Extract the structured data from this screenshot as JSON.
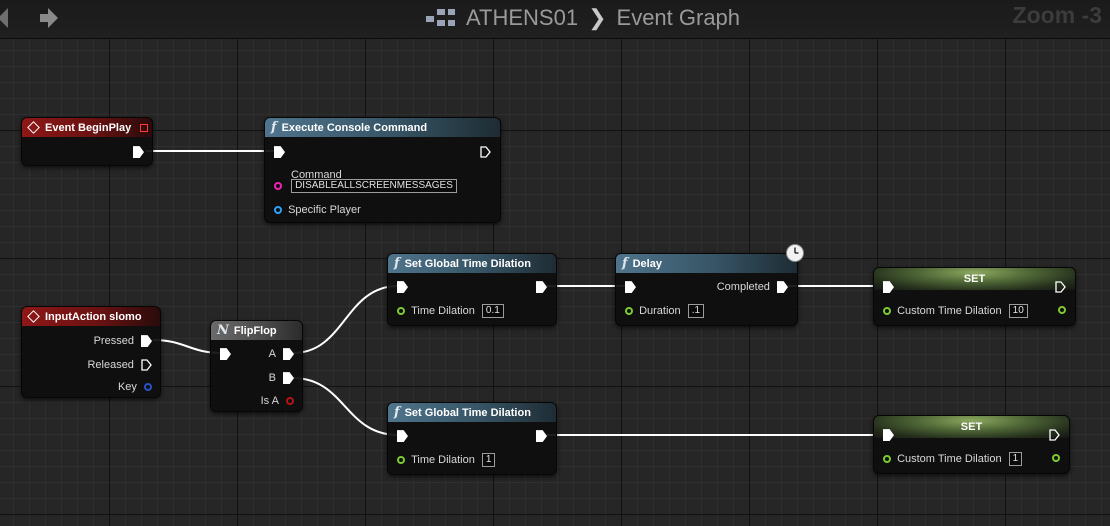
{
  "topbar": {
    "graph_icon": "blueprint-graph-icon",
    "breadcrumb_parent": "ATHENS01",
    "breadcrumb_current": "Event Graph",
    "zoom": "Zoom -3"
  },
  "nodes": {
    "begin_play": {
      "title": "Event BeginPlay"
    },
    "console_cmd": {
      "title": "Execute Console Command",
      "command_label": "Command",
      "command_value": "DISABLEALLSCREENMESSAGES",
      "player_label": "Specific Player"
    },
    "input_action": {
      "title": "InputAction slomo",
      "pressed": "Pressed",
      "released": "Released",
      "key": "Key"
    },
    "flipflop": {
      "title": "FlipFlop",
      "a": "A",
      "b": "B",
      "is_a": "Is A"
    },
    "time_dilation_1": {
      "title": "Set Global Time Dilation",
      "label": "Time Dilation",
      "value": "0.1"
    },
    "delay": {
      "title": "Delay",
      "completed": "Completed",
      "duration_label": "Duration",
      "duration_value": ".1"
    },
    "set_1": {
      "title": "SET",
      "label": "Custom Time Dilation",
      "value": "10"
    },
    "time_dilation_2": {
      "title": "Set Global Time Dilation",
      "label": "Time Dilation",
      "value": "1"
    },
    "set_2": {
      "title": "SET",
      "label": "Custom Time Dilation",
      "value": "1"
    }
  },
  "colors": {
    "exec": "#ffffff",
    "float_pin": "#7ecb2f",
    "string_pin": "#f024b0",
    "object_pin": "#2aa3ff",
    "event_header": "#8e1717",
    "function_header": "#4f748c"
  }
}
